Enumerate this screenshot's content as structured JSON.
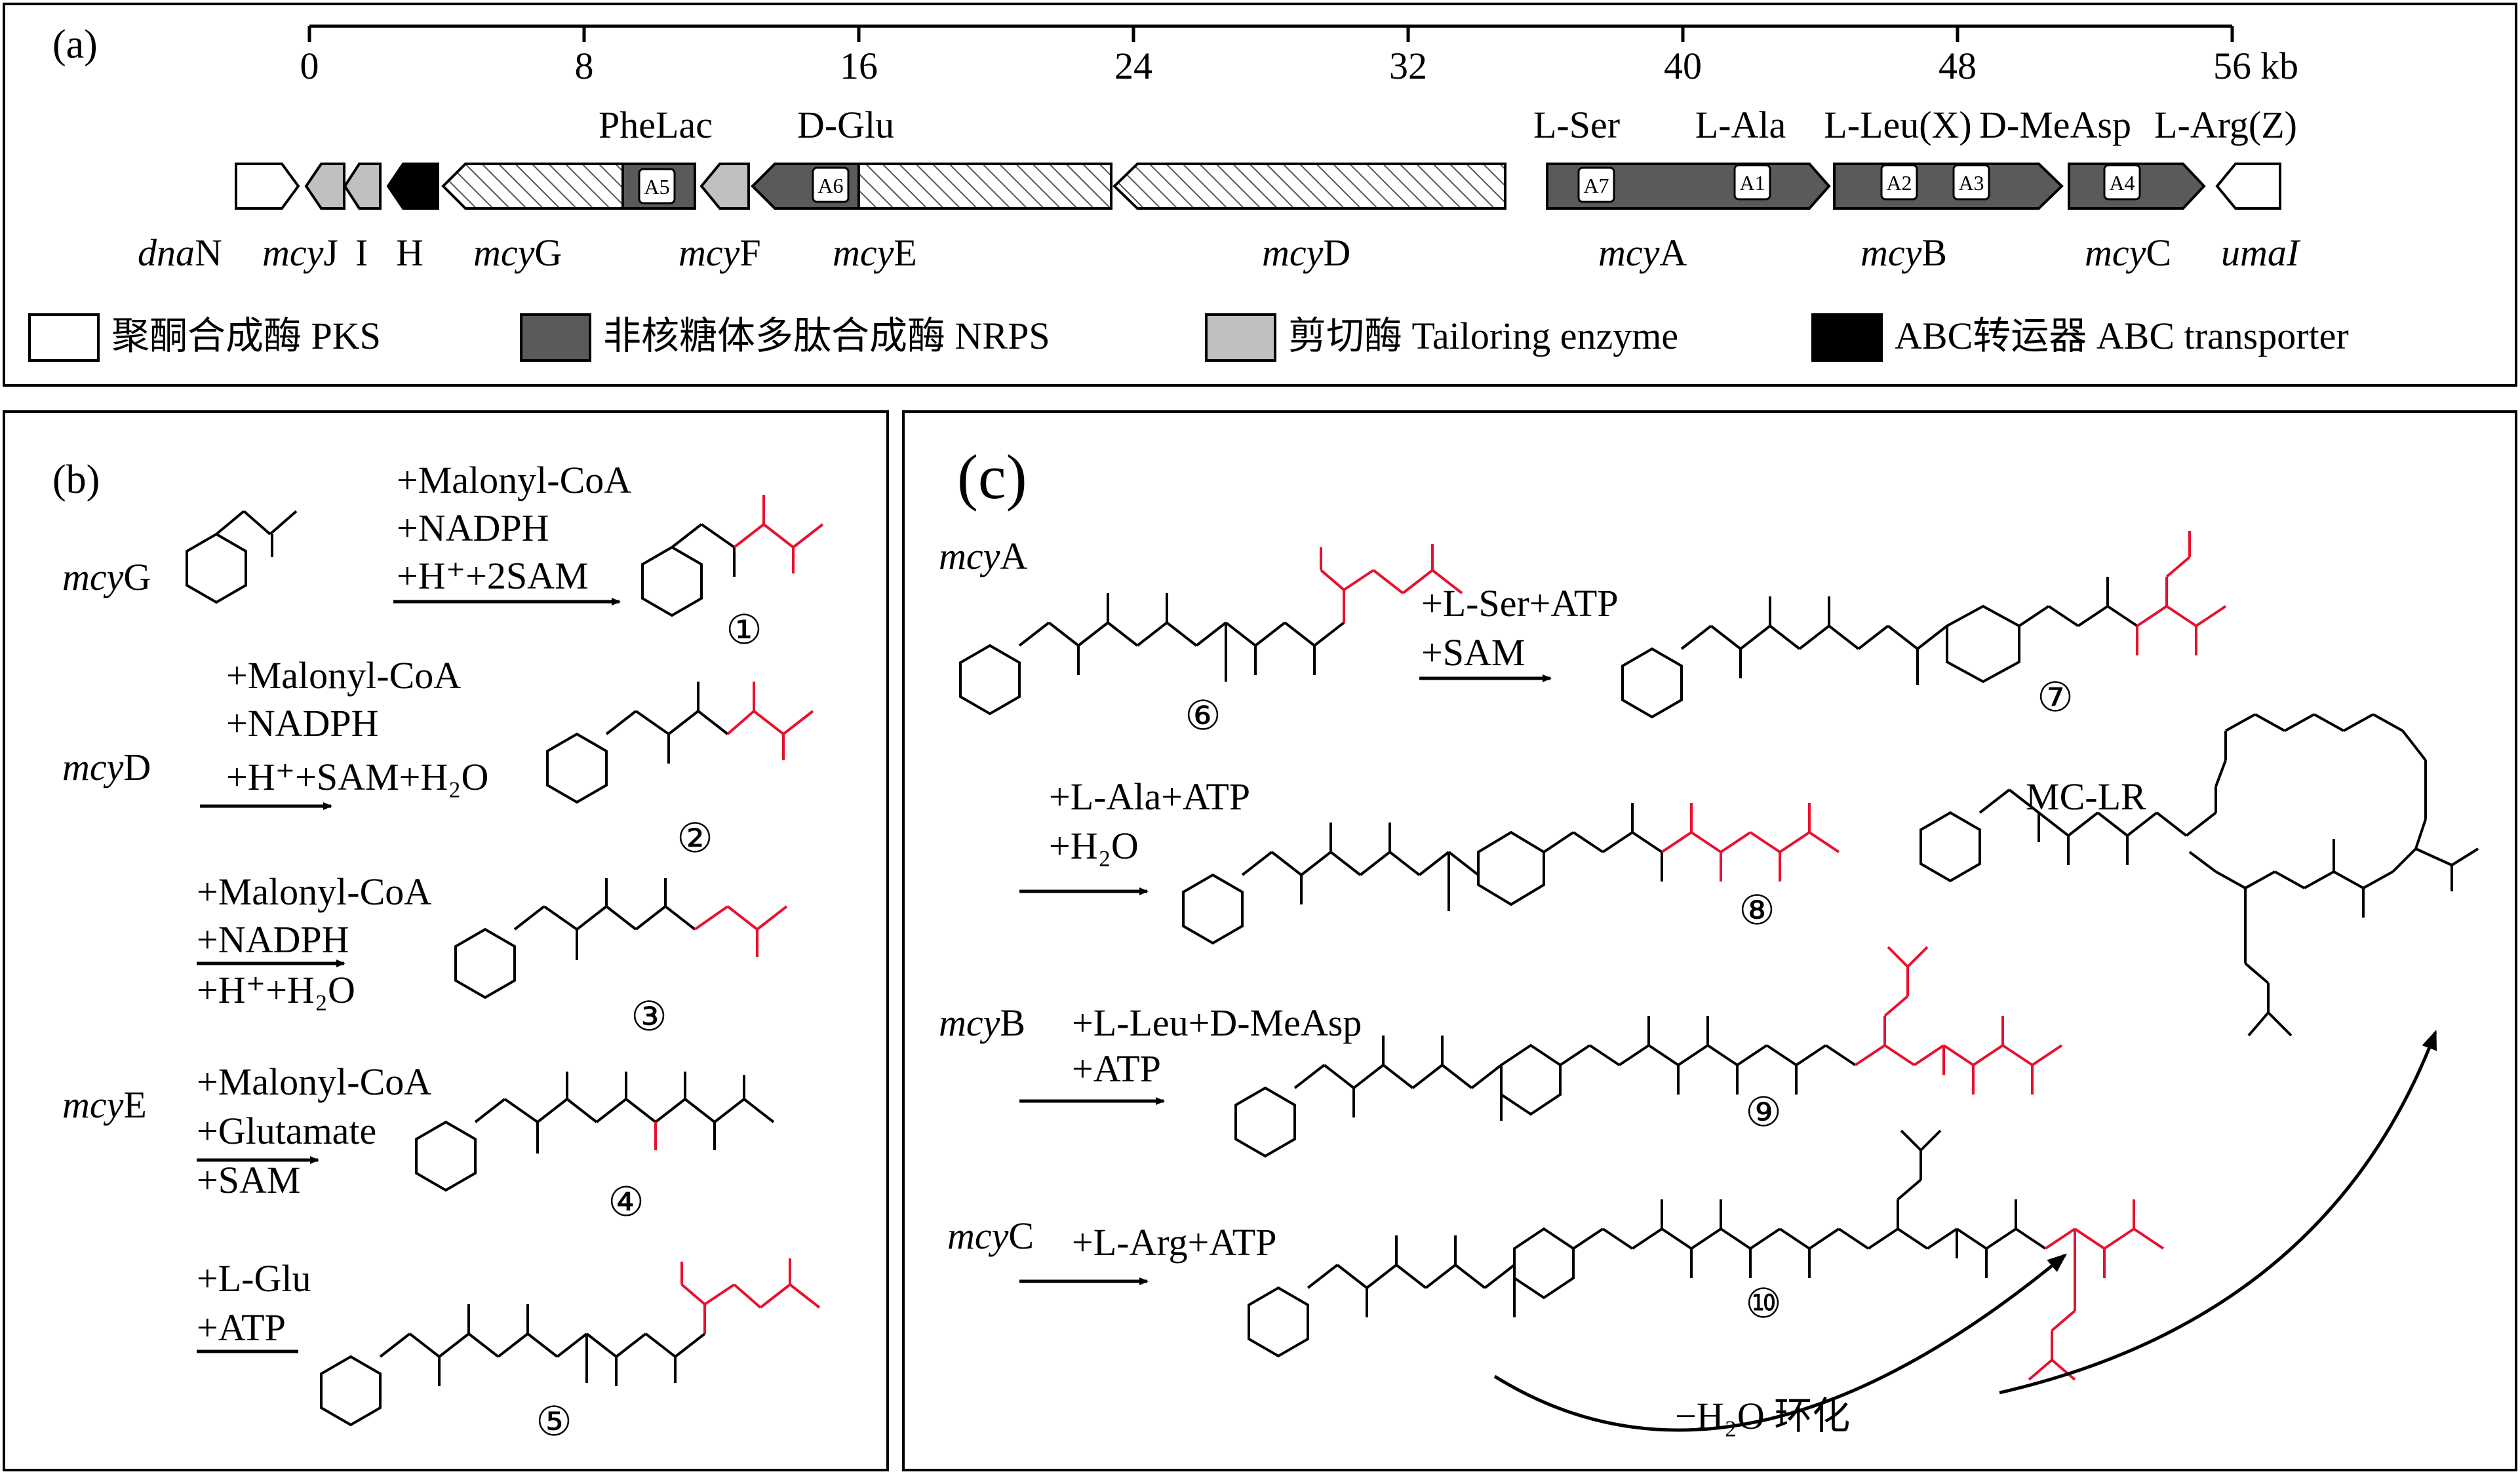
{
  "panel_a": {
    "label": "(a)",
    "scale": {
      "ticks": [
        "0",
        "8",
        "16",
        "24",
        "32",
        "40",
        "48",
        "56"
      ],
      "unit": "kb"
    },
    "module_labels": [
      "PheLac",
      "D-Glu",
      "L-Ser",
      "L-Ala",
      "L-Leu(X)",
      "D-MeAsp",
      "L-Arg(Z)"
    ],
    "domains": [
      "A5",
      "A6",
      "A7",
      "A1",
      "A2",
      "A3",
      "A4"
    ],
    "genes": [
      {
        "italic": "dna",
        "rest": "N"
      },
      {
        "italic": "mcy",
        "rest": "J"
      },
      {
        "italic": "",
        "rest": "I"
      },
      {
        "italic": "",
        "rest": "H"
      },
      {
        "italic": "mcy",
        "rest": "G"
      },
      {
        "italic": "mcy",
        "rest": "F"
      },
      {
        "italic": "mcy",
        "rest": "E"
      },
      {
        "italic": "mcy",
        "rest": "D"
      },
      {
        "italic": "mcy",
        "rest": "A"
      },
      {
        "italic": "mcy",
        "rest": "B"
      },
      {
        "italic": "mcy",
        "rest": "C"
      },
      {
        "italic": "umaI",
        "rest": ""
      }
    ],
    "legend": [
      {
        "label": "聚酮合成酶 PKS",
        "color": "#ffffff"
      },
      {
        "label": "非核糖体多肽合成酶 NRPS",
        "color": "#5a5a5a"
      },
      {
        "label": "剪切酶 Tailoring enzyme",
        "color": "#c0c0c0"
      },
      {
        "label": "ABC转运器 ABC transporter",
        "color": "#000000"
      }
    ]
  },
  "panel_b": {
    "label": "(b)",
    "steps": [
      {
        "gene_italic": "mcy",
        "gene_rest": "G",
        "reagents": [
          "+Malonyl-CoA",
          "+NADPH",
          "+H⁺+2SAM"
        ],
        "product": "①"
      },
      {
        "gene_italic": "mcy",
        "gene_rest": "D",
        "reagents": [
          "+Malonyl-CoA",
          "+NADPH",
          "+H⁺+SAM+H₂O"
        ],
        "product": "②"
      },
      {
        "gene_italic": "",
        "gene_rest": "",
        "reagents": [
          "+Malonyl-CoA",
          "+NADPH",
          "+H⁺+H₂O"
        ],
        "product": "③"
      },
      {
        "gene_italic": "mcy",
        "gene_rest": "E",
        "reagents": [
          "+Malonyl-CoA",
          "+Glutamate",
          "+SAM"
        ],
        "product": "④"
      },
      {
        "gene_italic": "",
        "gene_rest": "",
        "reagents": [
          "+L-Glu",
          "+ATP"
        ],
        "product": "⑤"
      }
    ]
  },
  "panel_c": {
    "label": "(c)",
    "steps": [
      {
        "gene_italic": "mcy",
        "gene_rest": "A",
        "reagents": [
          "+L-Ser+ATP",
          "+SAM"
        ],
        "products": [
          "⑥",
          "⑦"
        ]
      },
      {
        "gene_italic": "",
        "gene_rest": "",
        "reagents": [
          "+L-Ala+ATP",
          "+H₂O"
        ],
        "products": [
          "⑧"
        ]
      },
      {
        "gene_italic": "mcy",
        "gene_rest": "B",
        "reagents": [
          "+L-Leu+D-MeAsp",
          "+ATP"
        ],
        "products": [
          "⑨"
        ]
      },
      {
        "gene_italic": "mcy",
        "gene_rest": "C",
        "reagents": [
          "+L-Arg+ATP"
        ],
        "products": [
          "⑩"
        ]
      }
    ],
    "final_product": "MC-LR",
    "cyclization": "−H₂O 环化"
  },
  "colors": {
    "red": "#e8112d",
    "nrps": "#5a5a5a",
    "tailoring": "#c0c0c0"
  }
}
